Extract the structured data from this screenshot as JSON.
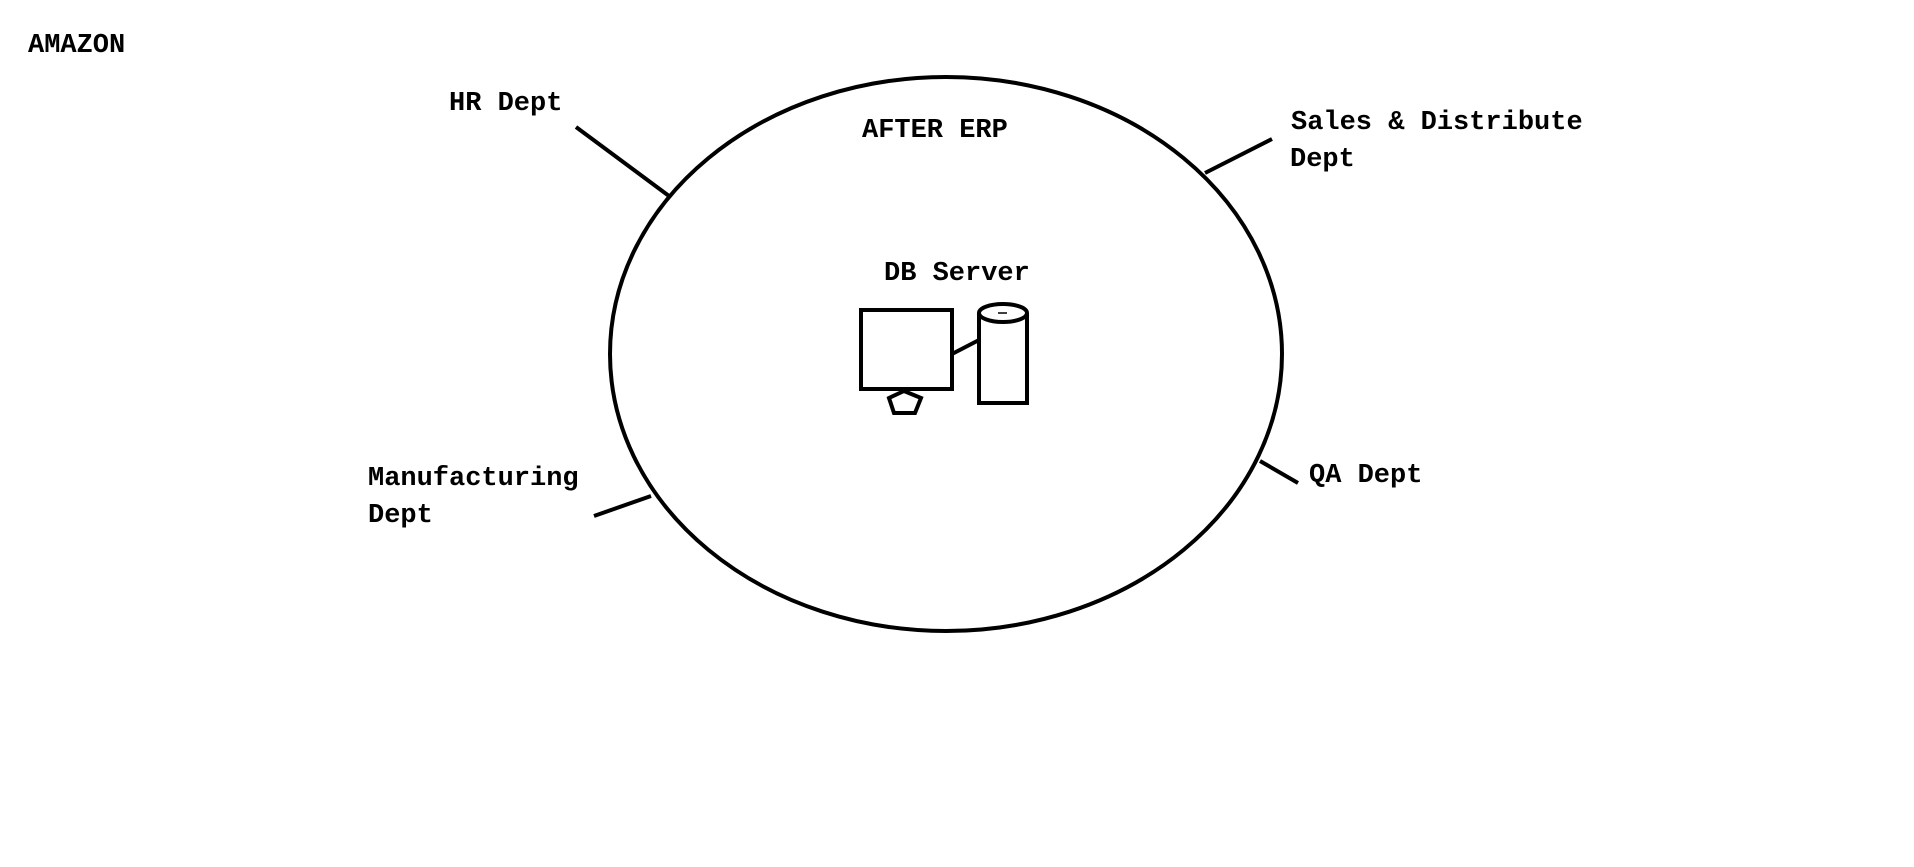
{
  "title": "AMAZON",
  "erp_label": "AFTER ERP",
  "server_label": "DB Server",
  "departments": {
    "hr": "HR Dept",
    "sales_line1": "Sales & Distribute",
    "sales_line2": "Dept",
    "manufacturing_line1": "Manufacturing",
    "manufacturing_line2": "Dept",
    "qa": "QA Dept"
  }
}
